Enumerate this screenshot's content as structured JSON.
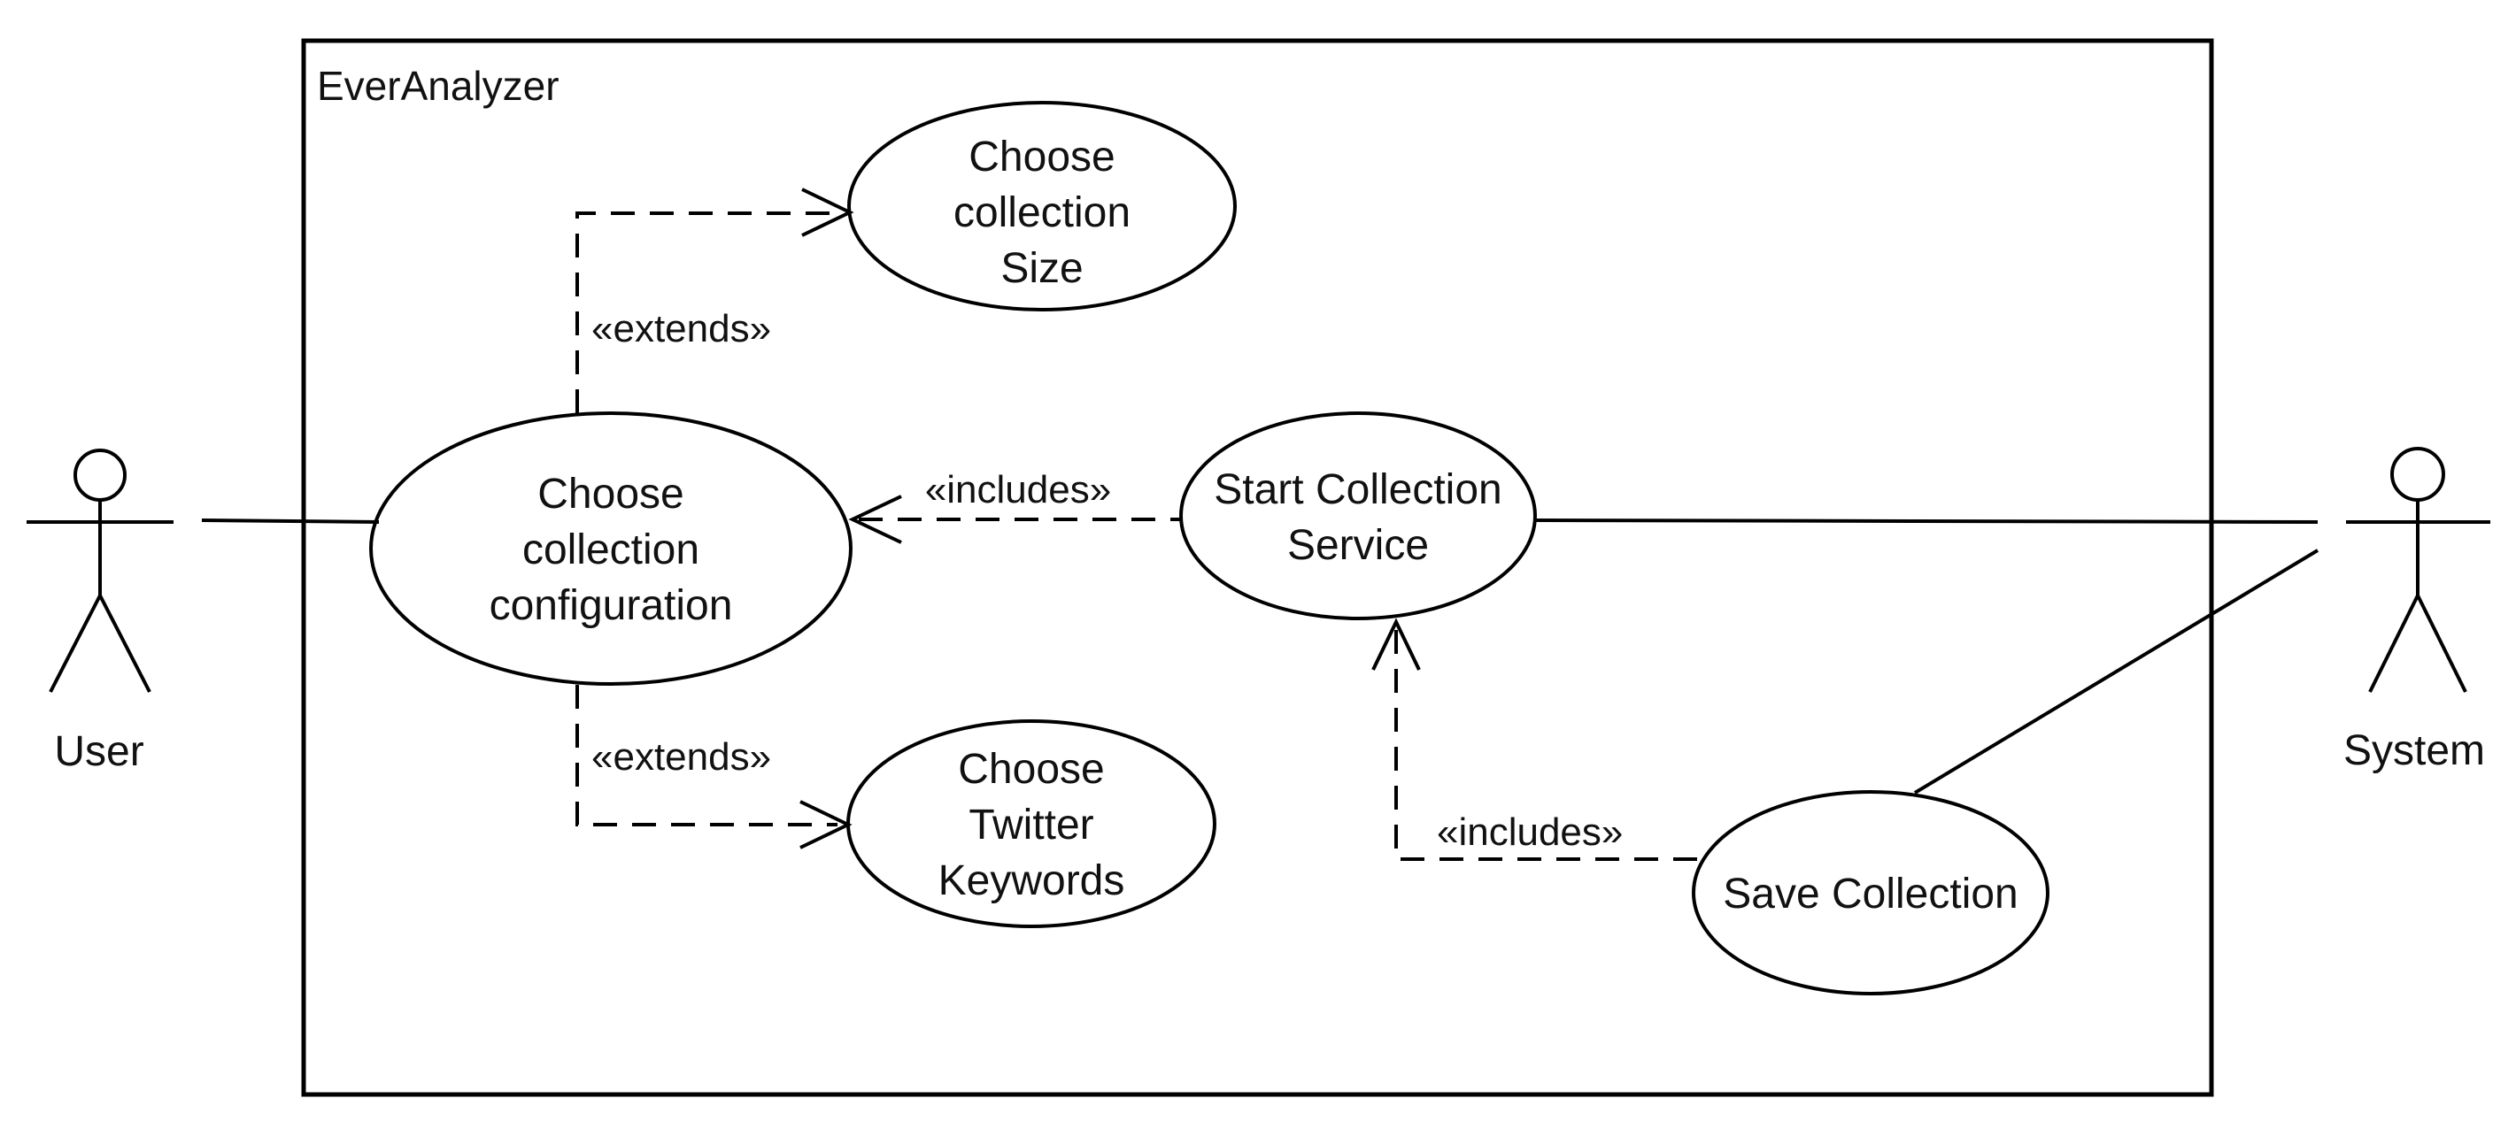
{
  "diagram": {
    "type": "uml-use-case-diagram",
    "colors": {
      "stroke": "#000000",
      "text": "#111111",
      "background": "#ffffff"
    },
    "system_boundary": {
      "title": "EverAnalyzer"
    },
    "actors": [
      {
        "id": "user",
        "label": "User"
      },
      {
        "id": "system",
        "label": "System"
      }
    ],
    "use_cases": [
      {
        "id": "choose-collection-size",
        "lines": [
          "Choose",
          "collection",
          "Size"
        ]
      },
      {
        "id": "choose-collection-configuration",
        "lines": [
          "Choose",
          "collection",
          "configuration"
        ]
      },
      {
        "id": "start-collection-service",
        "lines": [
          "Start Collection",
          "Service"
        ]
      },
      {
        "id": "choose-twitter-keywords",
        "lines": [
          "Choose",
          "Twitter",
          "Keywords"
        ]
      },
      {
        "id": "save-collection",
        "lines": [
          "Save Collection"
        ]
      }
    ],
    "relationships": [
      {
        "id": "extends-to-size",
        "type": "extends",
        "label": "«extends»",
        "from": "choose-collection-configuration",
        "to": "choose-collection-size",
        "line_style": "dashed"
      },
      {
        "id": "includes-to-configuration",
        "type": "includes",
        "label": "«includes»",
        "from": "start-collection-service",
        "to": "choose-collection-configuration",
        "line_style": "dashed"
      },
      {
        "id": "extends-to-keywords",
        "type": "extends",
        "label": "«extends»",
        "from": "choose-collection-configuration",
        "to": "choose-twitter-keywords",
        "line_style": "dashed"
      },
      {
        "id": "includes-to-service",
        "type": "includes",
        "label": "«includes»",
        "from": "save-collection",
        "to": "start-collection-service",
        "line_style": "dashed"
      },
      {
        "id": "user-association",
        "type": "association",
        "from": "user",
        "to": "choose-collection-configuration",
        "line_style": "solid"
      },
      {
        "id": "service-system-association",
        "type": "association",
        "from": "start-collection-service",
        "to": "system",
        "line_style": "solid"
      },
      {
        "id": "save-system-association",
        "type": "association",
        "from": "save-collection",
        "to": "system",
        "line_style": "solid"
      }
    ]
  }
}
